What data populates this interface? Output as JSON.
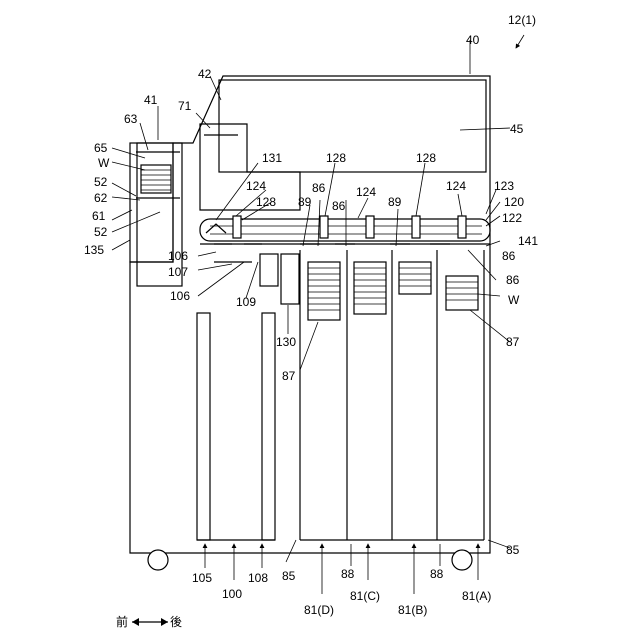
{
  "labels": {
    "l12": "12(1)",
    "l40": "40",
    "l42": "42",
    "l41": "41",
    "l71": "71",
    "l63": "63",
    "l65": "65",
    "lW_top": "W",
    "l45": "45",
    "l131": "131",
    "l128_a": "128",
    "l128_b": "128",
    "l128_c": "128",
    "l124_a": "124",
    "l124_b": "124",
    "l124_c": "124",
    "l123": "123",
    "l120": "120",
    "l122": "122",
    "l141": "141",
    "l52_a": "52",
    "l62": "62",
    "l61": "61",
    "l52_b": "52",
    "l135": "135",
    "l86_a": "86",
    "l86_b": "86",
    "l86_c": "86",
    "l86_d": "86",
    "l89_a": "89",
    "l89_b": "89",
    "l106_a": "106",
    "l107": "107",
    "l106_b": "106",
    "l109": "109",
    "l130": "130",
    "lW_right": "W",
    "l87_a": "87",
    "l87_b": "87",
    "l85_a": "85",
    "l85_b": "85",
    "l105": "105",
    "l100": "100",
    "l108": "108",
    "l88_a": "88",
    "l88_b": "88",
    "l81D": "81(D)",
    "l81C": "81(C)",
    "l81B": "81(B)",
    "l81A": "81(A)",
    "direction_front": "前",
    "direction_back": "後"
  }
}
